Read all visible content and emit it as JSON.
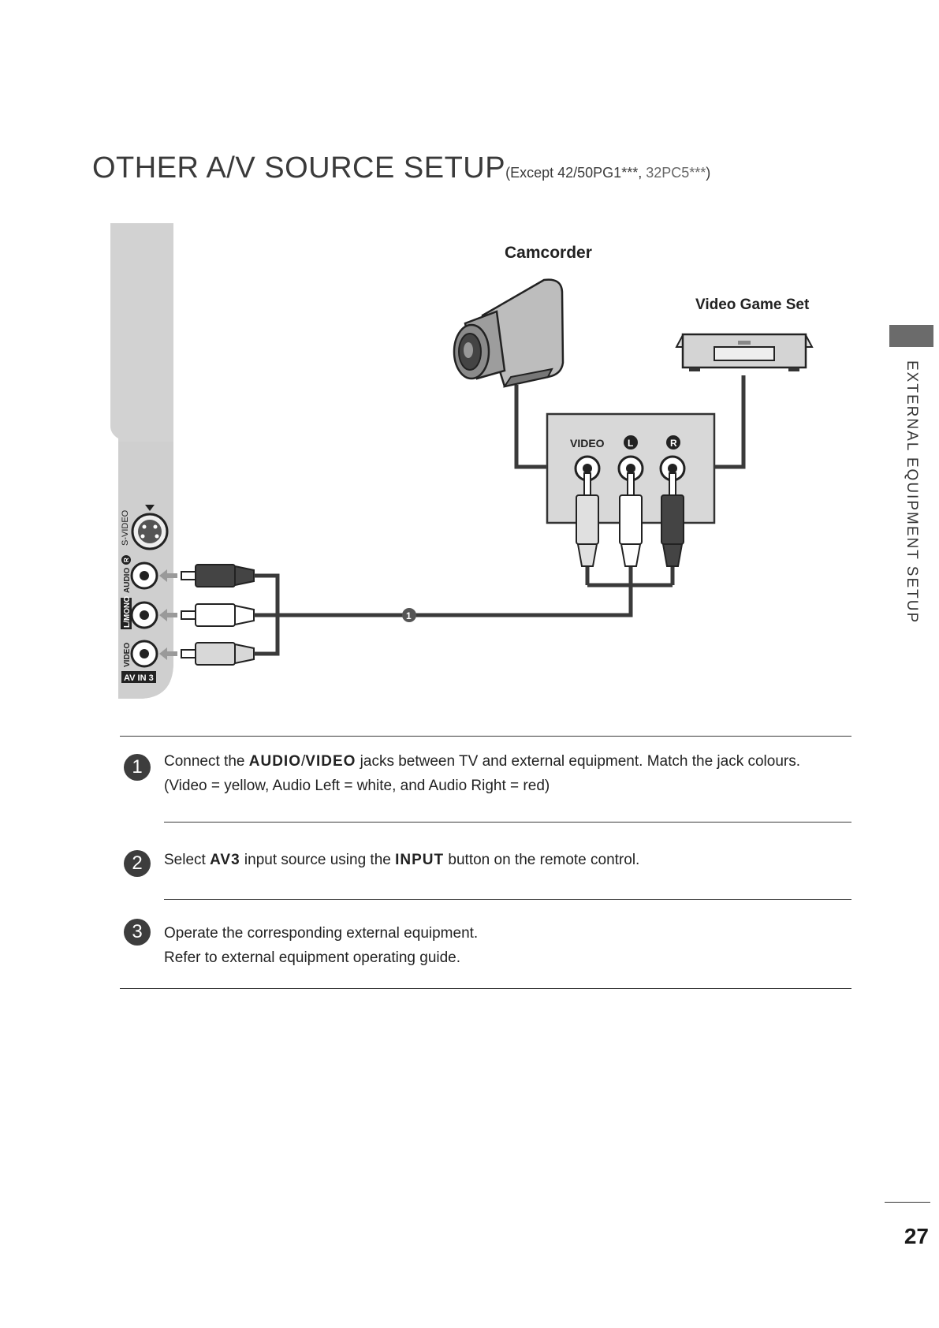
{
  "title": {
    "main": "OTHER A/V SOURCE SETUP",
    "sub_open": "(Except 42/50PG1",
    "sub_stars1": "***",
    "sub_sep": ", ",
    "sub_model2": "32PC5",
    "sub_stars2": "***",
    "sub_close": ")"
  },
  "side_tab": "EXTERNAL EQUIPMENT SETUP",
  "diagram": {
    "camcorder_label": "Camcorder",
    "game_label": "Video Game Set",
    "box_video": "VIDEO",
    "box_l": "L",
    "box_r": "R",
    "panel_svideo": "S-VIDEO",
    "panel_audio_r": "AUDIO",
    "panel_r": "R",
    "panel_lmono": "L/MONO",
    "panel_video": "VIDEO",
    "panel_avin": "AV IN 3",
    "cable_marker": "1"
  },
  "steps": [
    {
      "num": "1",
      "a": "Connect the ",
      "k1": "AUDIO",
      "b": "/",
      "k2": "VIDEO",
      "c": " jacks between TV and external equipment. Match the jack colours.",
      "line2": "(Video = yellow, Audio Left = white, and Audio Right = red)"
    },
    {
      "num": "2",
      "a": "Select ",
      "k1": "AV3",
      "b": " input source using the ",
      "k2": "INPUT",
      "c": " button on the remote control."
    },
    {
      "num": "3",
      "line1": "Operate the corresponding external equipment.",
      "line2": "Refer to external equipment operating guide."
    }
  ],
  "page_number": "27"
}
